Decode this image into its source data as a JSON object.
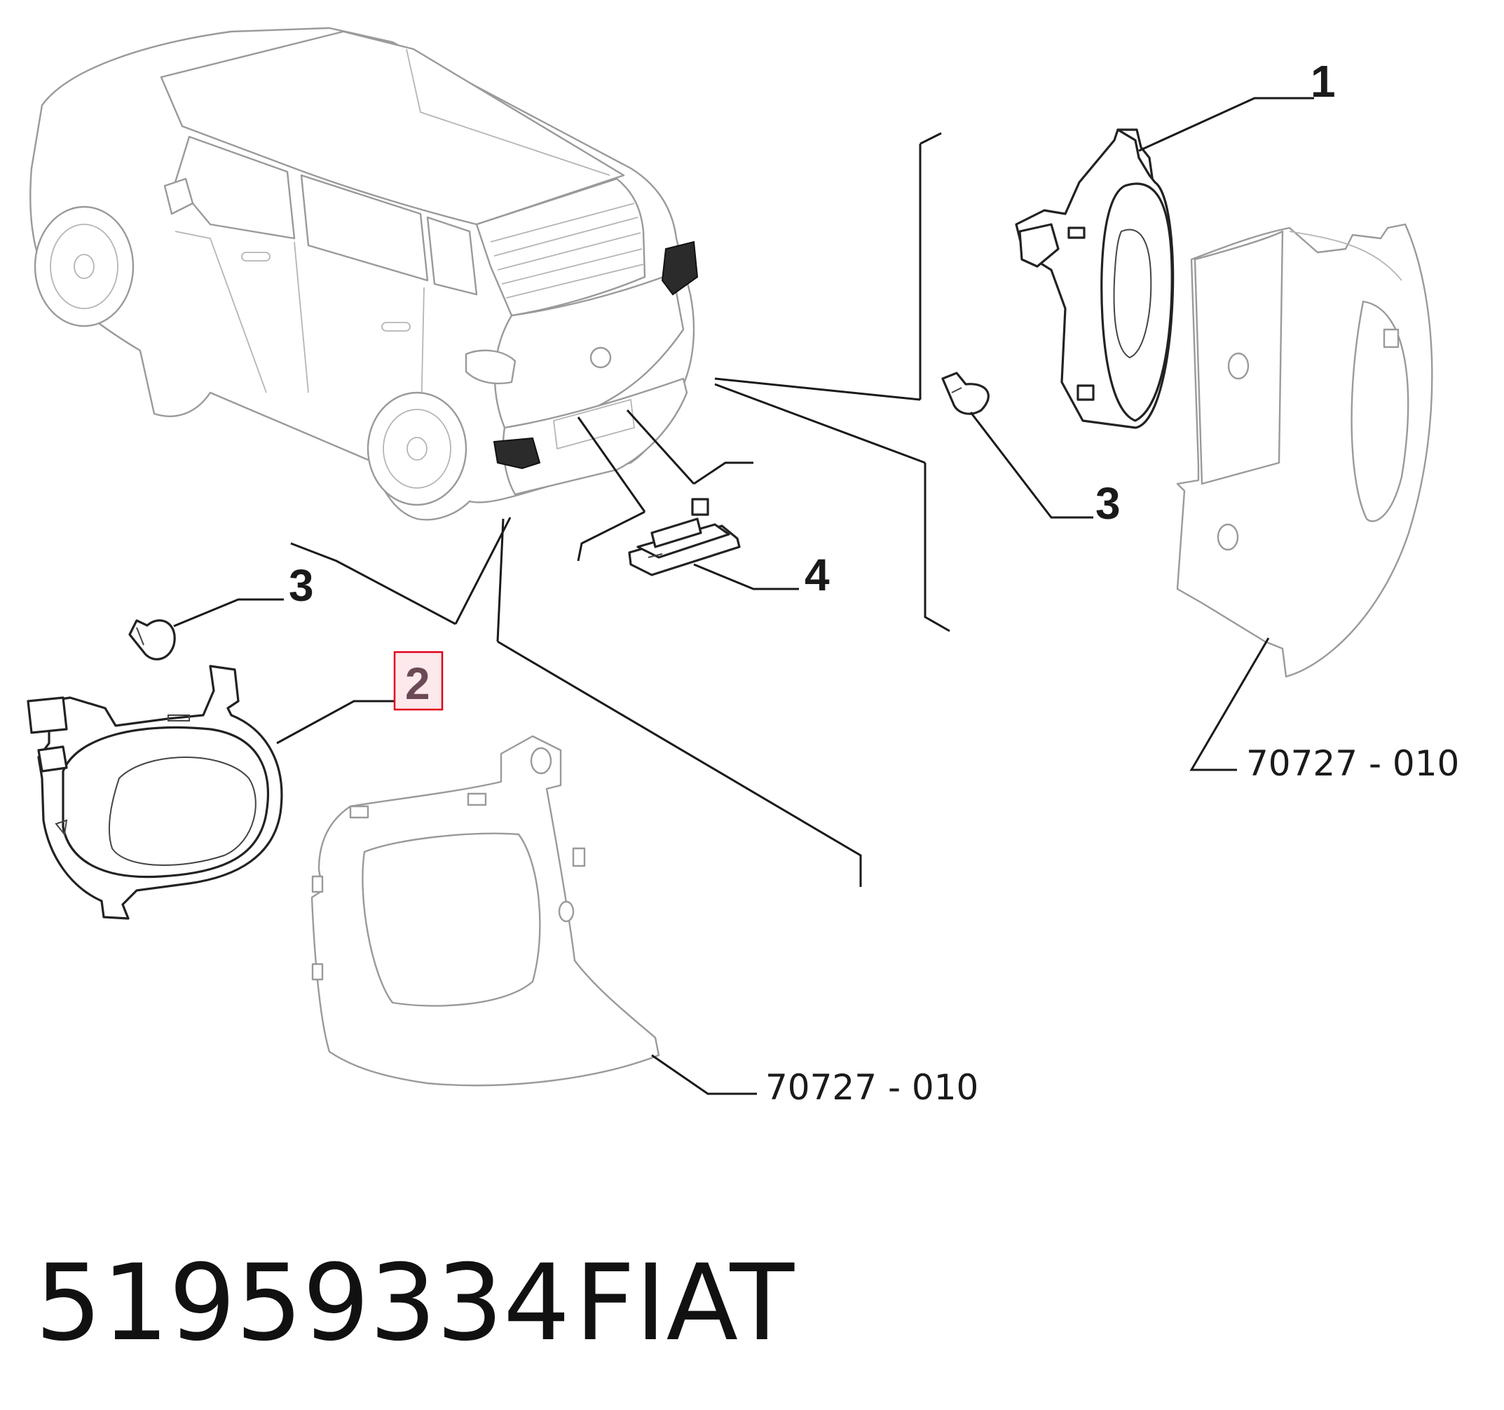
{
  "callouts": {
    "c1": "1",
    "c2": "2",
    "c3_right": "3",
    "c3_left": "3",
    "c4": "4"
  },
  "references": {
    "ref_right": "70727 - 010",
    "ref_bottom": "70727 - 010"
  },
  "footer": {
    "part_number": "51959334",
    "brand": "FIAT"
  },
  "colors": {
    "highlight_box": "#e0001a",
    "highlight_fill": "#fde9ec",
    "highlight_text": "#6b4a55"
  }
}
